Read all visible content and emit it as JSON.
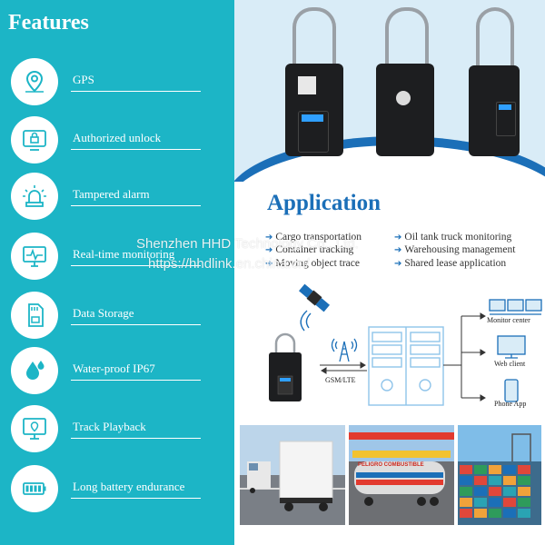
{
  "features": {
    "title": "Features",
    "items": [
      {
        "label": "GPS",
        "icon": "location-pin-icon"
      },
      {
        "label": "Authorized unlock",
        "icon": "padlock-screen-icon"
      },
      {
        "label": "Tampered alarm",
        "icon": "alarm-light-icon"
      },
      {
        "label": "Real-time monitoring",
        "icon": "monitor-pulse-icon"
      },
      {
        "label": "Data Storage",
        "icon": "sd-card-icon"
      },
      {
        "label": "Water-proof IP67",
        "icon": "water-drops-icon"
      },
      {
        "label": "Track Playback",
        "icon": "screen-location-icon"
      },
      {
        "label": "Long battery endurance",
        "icon": "battery-icon"
      }
    ]
  },
  "application": {
    "title": "Application",
    "left_items": [
      "Cargo transportation",
      "Container tracking",
      "Moving object trace"
    ],
    "right_items": [
      "Oil tank truck monitoring",
      "Warehousing management",
      "Shared lease application"
    ]
  },
  "diagram": {
    "network_label": "GSM/LTE",
    "targets": [
      "Monitor center",
      "Web client",
      "Phone App"
    ]
  },
  "watermark": {
    "line1": "Shenzhen HHD Technology Co., Ltd.",
    "line2": "https://hhdlink.en.china.cn/"
  },
  "photos": {
    "tanker_sign": "PELIGRO COMBUSTIBLE"
  },
  "colors": {
    "teal_panel": "#1cb5c6",
    "accent_blue": "#1b6fb8",
    "text_dark": "#333333"
  }
}
